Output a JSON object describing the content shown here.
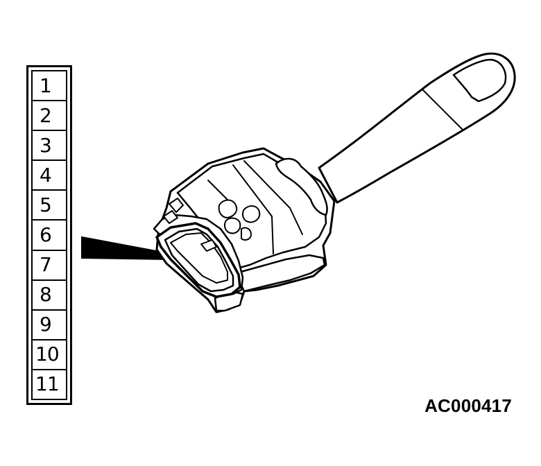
{
  "connector": {
    "pins": [
      "1",
      "2",
      "3",
      "4",
      "5",
      "6",
      "7",
      "8",
      "9",
      "10",
      "11"
    ]
  },
  "reference_code": "AC000417",
  "icons": {
    "switch": "combination-switch-icon",
    "arrow": "pointer-arrow-icon"
  },
  "colors": {
    "line": "#000000",
    "background": "#ffffff"
  }
}
